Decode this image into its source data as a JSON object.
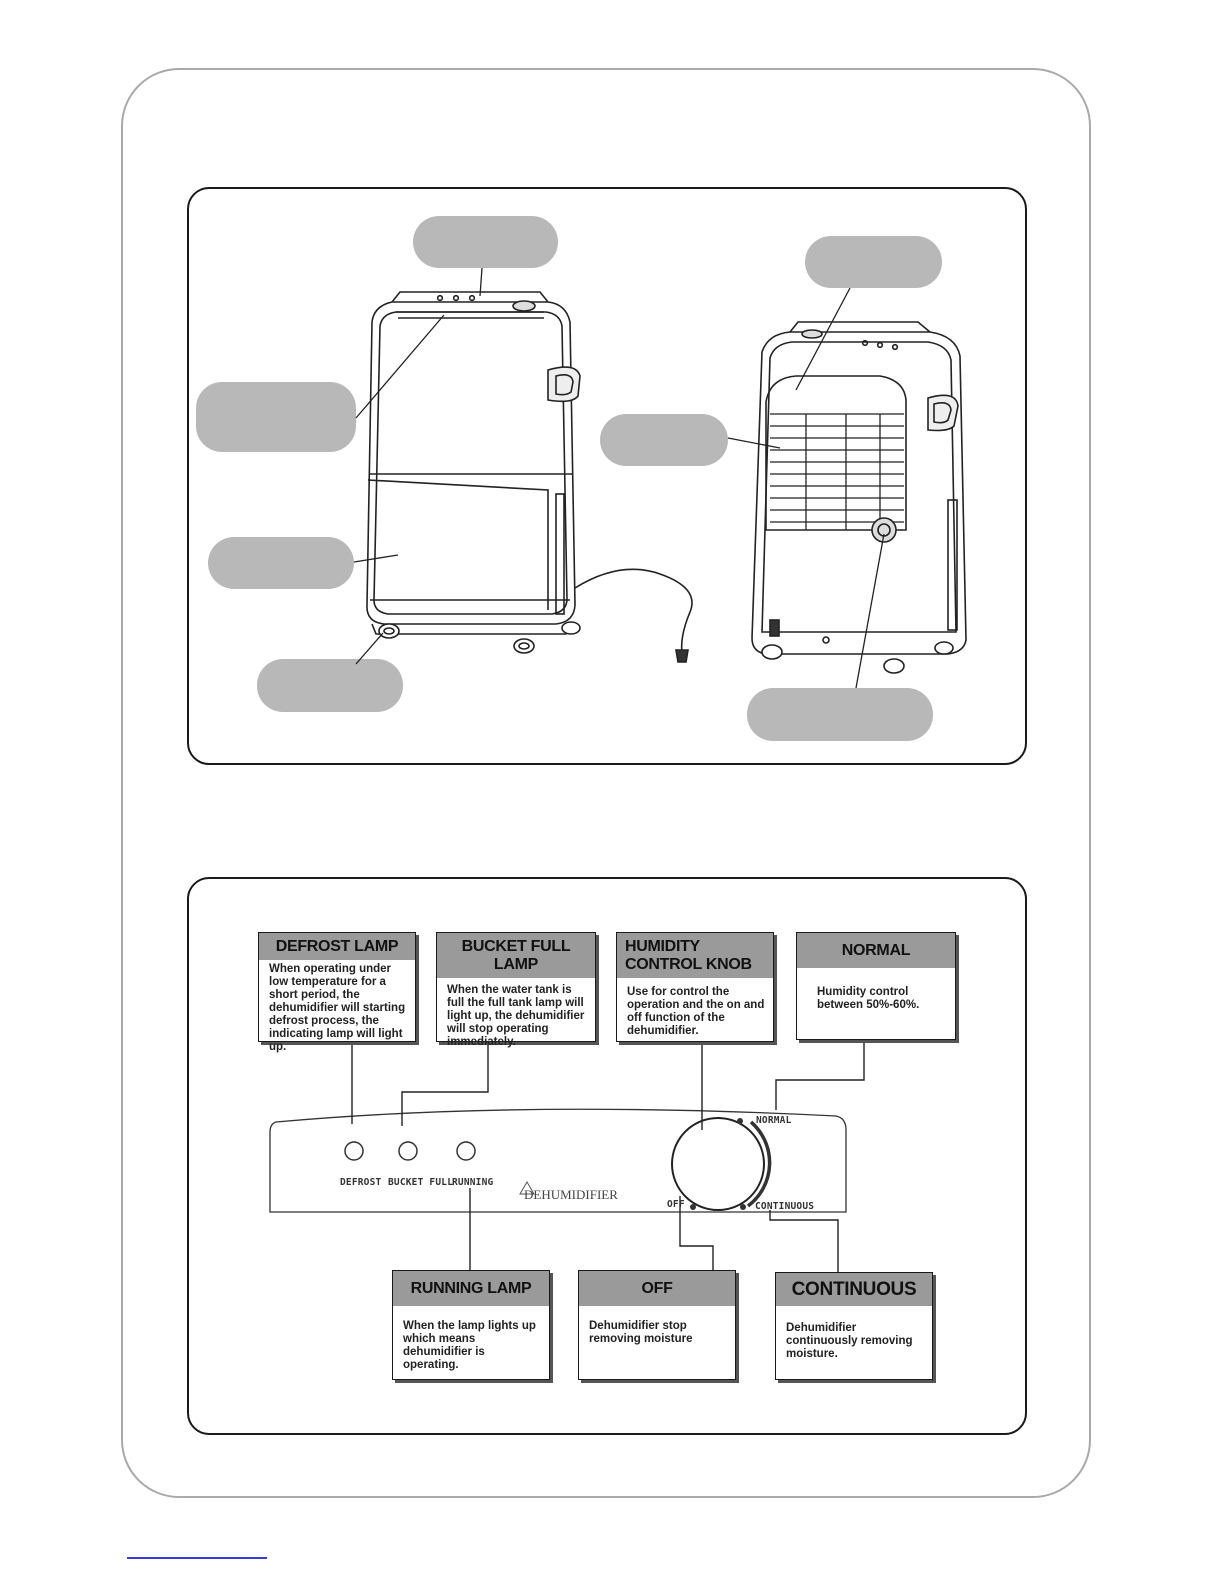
{
  "bottom_diagram": {
    "callouts": {
      "defrost_lamp": {
        "title": "DEFROST LAMP",
        "text": "When operating under low temperature for a short period, the dehumidifier will starting defrost process, the indicating lamp will light up."
      },
      "bucket_full_lamp": {
        "title": "BUCKET FULL LAMP",
        "text": "When the water tank is full the full tank lamp will light up, the dehumidifier will stop operating immediately."
      },
      "humidity_control_knob": {
        "title": "HUMIDITY CONTROL KNOB",
        "text": "Use for control the operation and the on and off function of the dehumidifier."
      },
      "normal": {
        "title": "NORMAL",
        "text": "Humidity control between 50%-60%."
      },
      "running_lamp": {
        "title": "RUNNING LAMP",
        "text": "When the lamp lights up which means dehumidifier is operating."
      },
      "off": {
        "title": "OFF",
        "text": "Dehumidifier stop removing moisture"
      },
      "continuous": {
        "title": "CONTINUOUS",
        "text": "Dehumidifier continuously removing moisture."
      }
    },
    "control_panel": {
      "lamp_labels": [
        "DEFROST",
        "BUCKET FULL",
        "RUNNING"
      ],
      "brand": "DEHUMIDIFIER",
      "knob_labels": {
        "normal": "NORMAL",
        "off": "OFF",
        "continuous": "CONTINUOUS"
      }
    }
  },
  "colors": {
    "callout_placeholder": "#b8b8b8",
    "header_fill": "#9a9a9a",
    "frame_gray": "#a9a9a9",
    "link_blue": "#3a3ad8"
  }
}
